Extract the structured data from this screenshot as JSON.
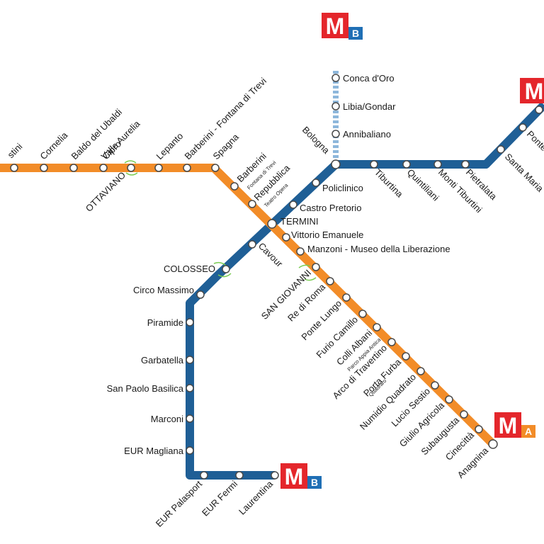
{
  "colors": {
    "line_a": "#F28C28",
    "line_b": "#1F5F96",
    "line_b1_branch": "#8DB7DB",
    "logo_red": "#E4262B",
    "logo_b_blue": "#1F6FB5",
    "logo_a_orange": "#F28C28",
    "interchange_green": "#7ACC52"
  },
  "logos": {
    "top_b": {
      "m": "M",
      "sub": "B"
    },
    "top_right": {
      "m": "M"
    },
    "line_a_end": {
      "m": "M",
      "sub": "A"
    },
    "line_b_end": {
      "m": "M",
      "sub": "B"
    }
  },
  "line_a_stations": [
    "stini",
    "Cornelia",
    "Baldo del Ubaldi",
    "Valle Aurelia",
    "Cipro",
    "OTTAVIANO",
    "Lepanto",
    "Barberini - Fontana di Trevi",
    "Spagna",
    "Barberini",
    "Repubblica",
    "TERMINI",
    "Vittorio Emanuele",
    "Manzoni - Museo della Liberazione",
    "SAN GIOVANNI",
    "Re di Roma",
    "Ponte Lungo",
    "Furio Camillo",
    "Colli Albani",
    "Arco di Travertino",
    "Porta Furba",
    "Numidio Quadrato",
    "Lucio Sestio",
    "Giulio Agricola",
    "Subaugusta",
    "Cinecittà",
    "Anagnina"
  ],
  "line_a_small_labels": [
    "Fontana di Trevi",
    "Teatro Opera",
    "Parco Appia Antica",
    "Quadraro"
  ],
  "line_b_stations": [
    "Laurentina",
    "EUR Fermi",
    "EUR Palasport",
    "EUR Magliana",
    "Marconi",
    "San Paolo Basilica",
    "Garbatella",
    "Piramide",
    "Circo Massimo",
    "COLOSSEO",
    "Cavour",
    "TERMINI",
    "Castro Pretorio",
    "Policlinico",
    "Bologna",
    "Tiburtina",
    "Quintiliani",
    "Monti Tiburtini",
    "Pietralata",
    "Santa Maria",
    "Ponte"
  ],
  "line_b1_stations": [
    "Conca d'Oro",
    "Libia/Gondar",
    "Annibaliano"
  ]
}
